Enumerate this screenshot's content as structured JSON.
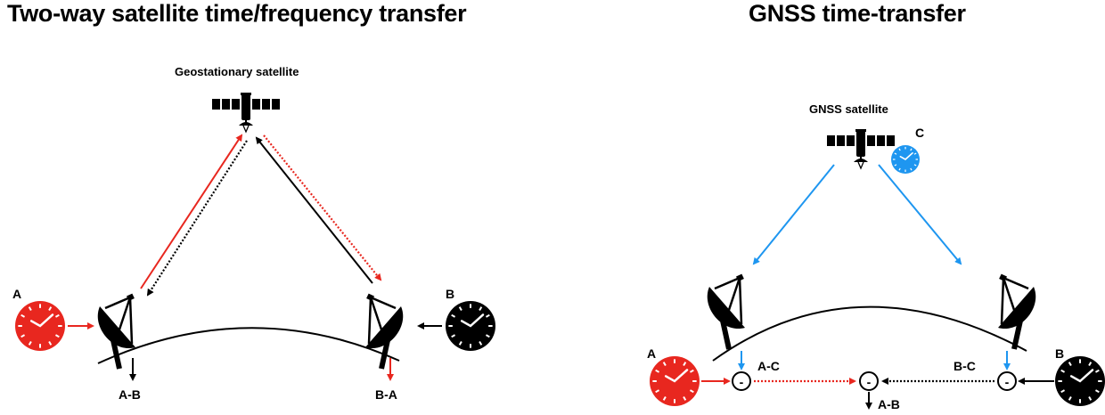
{
  "left_panel": {
    "title": "Two-way satellite time/frequency transfer",
    "satellite_label": "Geostationary satellite",
    "clock_a_label": "A",
    "clock_b_label": "B",
    "result_a": "A-B",
    "result_b": "B-A"
  },
  "right_panel": {
    "title": "GNSS time-transfer",
    "satellite_label": "GNSS satellite",
    "clock_c_label": "C",
    "clock_a_label": "A",
    "clock_b_label": "B",
    "diff_a_label": "A-C",
    "diff_b_label": "B-C",
    "result_label": "A-B",
    "minus_symbol": "-"
  },
  "colors": {
    "clock_a": "#e8271f",
    "clock_b": "#000000",
    "clock_c": "#1e96f0",
    "signal_a": "#e8271f",
    "signal_b": "#000000",
    "signal_c": "#1e96f0"
  }
}
